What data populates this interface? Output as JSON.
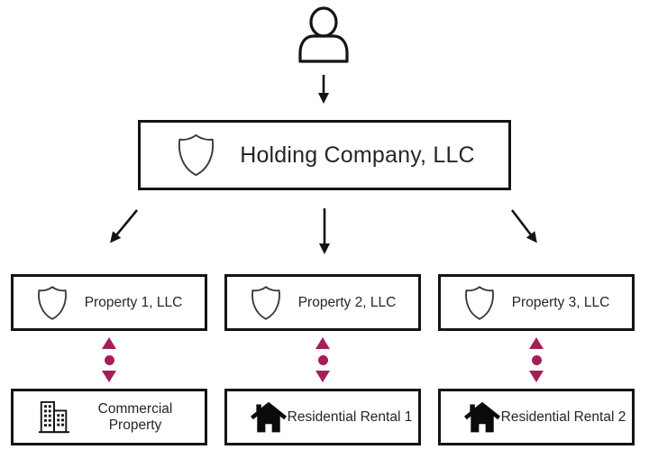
{
  "diagram": {
    "owner": {
      "icon": "person-icon"
    },
    "holding": {
      "label": "Holding Company, LLC",
      "icon": "shield-icon"
    },
    "llcs": [
      {
        "label": "Property 1, LLC",
        "icon": "shield-icon"
      },
      {
        "label": "Property 2, LLC",
        "icon": "shield-icon"
      },
      {
        "label": "Property 3, LLC",
        "icon": "shield-icon"
      }
    ],
    "assets": [
      {
        "label": "Commercial Property",
        "icon": "building-icon"
      },
      {
        "label": "Residential Rental 1",
        "icon": "house-icon"
      },
      {
        "label": "Residential Rental 2",
        "icon": "house-icon"
      }
    ],
    "colors": {
      "accent": "#A51E5A",
      "stroke": "#141414",
      "text": "#262626",
      "background": "#FFFFFF"
    }
  }
}
